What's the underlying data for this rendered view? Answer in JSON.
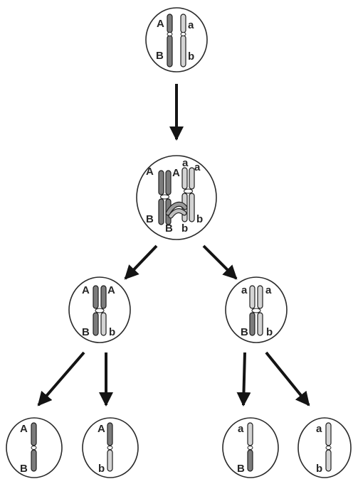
{
  "stages": {
    "parent_cell": {
      "labels": {
        "left_top": "A",
        "left_bottom": "B",
        "right_top": "a",
        "right_bottom": "b"
      }
    },
    "crossover_cell": {
      "labels": {
        "l1_top": "A",
        "l2_top": "A",
        "r1_top": "a",
        "r2_top": "a",
        "l1_bottom": "B",
        "l2_bottom": "B",
        "r1_bottom": "b",
        "r2_bottom": "b"
      }
    },
    "meiosis_one_left": {
      "labels": {
        "top_left": "A",
        "top_right": "A",
        "bottom_left": "B",
        "bottom_right": "b"
      }
    },
    "meiosis_one_right": {
      "labels": {
        "top_left": "a",
        "top_right": "a",
        "bottom_left": "B",
        "bottom_right": "b"
      }
    },
    "gamete_1": {
      "labels": {
        "top": "A",
        "bottom": "B"
      }
    },
    "gamete_2": {
      "labels": {
        "top": "A",
        "bottom": "b"
      }
    },
    "gamete_3": {
      "labels": {
        "top": "a",
        "bottom": "B"
      }
    },
    "gamete_4": {
      "labels": {
        "top": "a",
        "bottom": "b"
      }
    }
  },
  "colors": {
    "outline": "#2a2a2a",
    "chromosome": "#7c7c7c",
    "arrow": "#141414"
  }
}
